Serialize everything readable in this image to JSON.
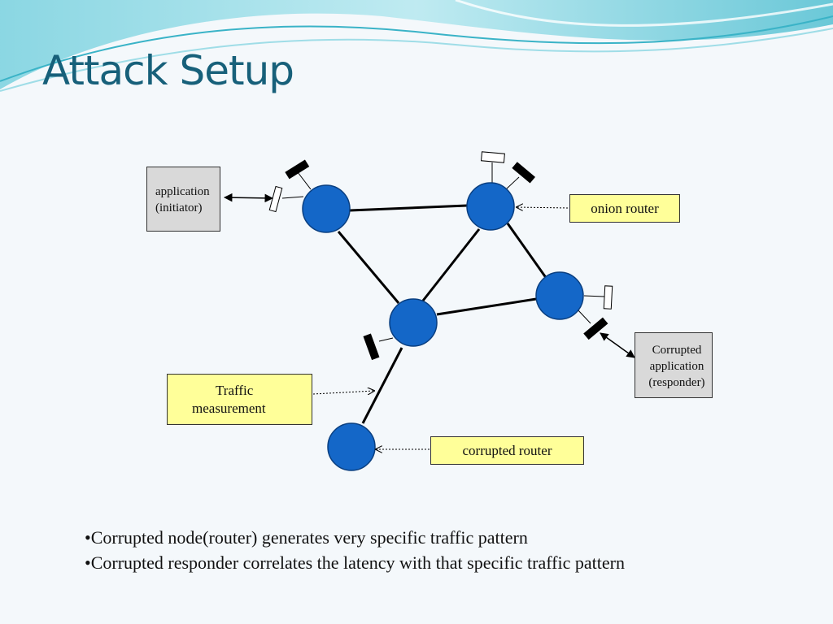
{
  "slide": {
    "title": "Attack Setup",
    "labels": {
      "initiator_line1": "application",
      "initiator_line2": "(initiator)",
      "responder_line1": "Corrupted",
      "responder_line2": "application",
      "responder_line3": "(responder)",
      "onion_router": "onion router",
      "traffic_line1": "Traffic",
      "traffic_line2": "measurement",
      "corrupted_router": "corrupted router"
    },
    "bullets": [
      "•Corrupted node(router) generates very specific traffic pattern",
      "•Corrupted responder correlates the latency with that specific traffic pattern"
    ]
  },
  "colors": {
    "title": "#17607a",
    "node_fill": "#1467c8",
    "label_yellow": "#ffff99",
    "app_box_gray": "#d9d9d9",
    "wave_teal": "#5fc6d6"
  }
}
